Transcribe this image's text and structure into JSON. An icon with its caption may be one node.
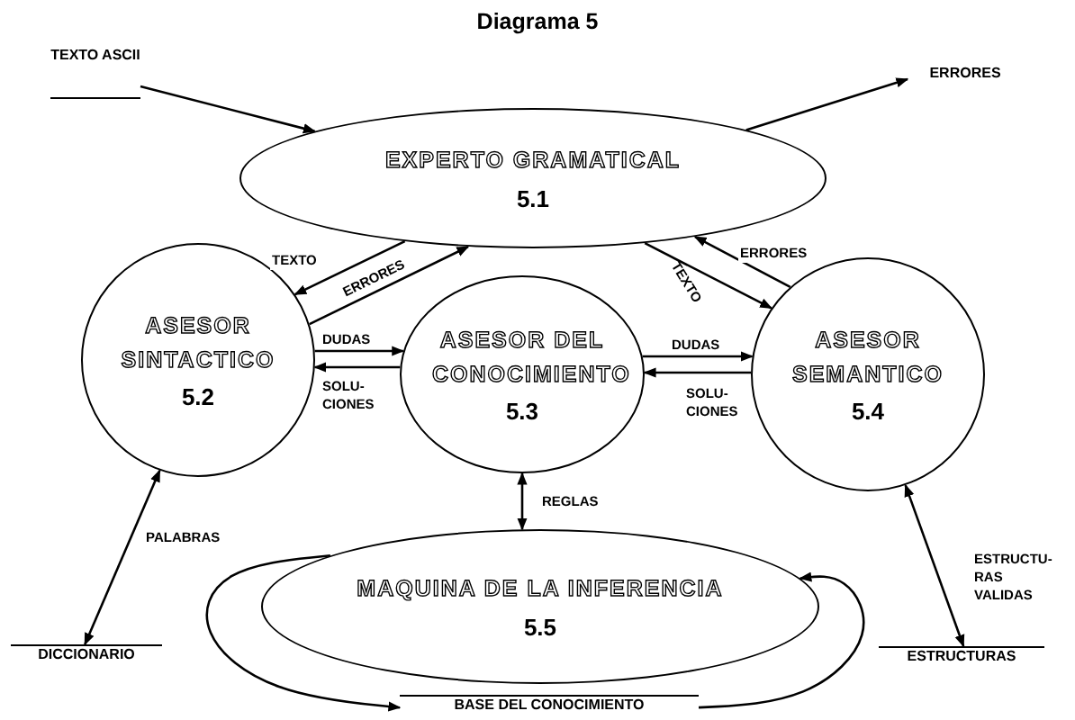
{
  "diagram": {
    "title": "Diagrama 5",
    "nodes": [
      {
        "text": [
          "TEXTO ASCII"
        ]
      },
      {
        "text": [
          "ERRORES"
        ]
      },
      {
        "text": [
          "EXPERTO GRAMATICAL",
          "5.1"
        ]
      },
      {
        "text": [
          "ASESOR SINTACTICO",
          "5.2"
        ]
      },
      {
        "text": [
          "ASESOR DEL CONOCIMIENTO",
          "5.3"
        ]
      },
      {
        "text": [
          "ASESOR SEMANTICO",
          "5.4"
        ]
      },
      {
        "text": [
          "MAQUINA DE LA INFERENCIA",
          "5.5"
        ]
      },
      {
        "text": [
          "DICCIONARIO"
        ]
      },
      {
        "text": [
          "ESTRUCTURAS"
        ]
      },
      {
        "text": [
          "BASE DEL CONOCIMIENTO"
        ]
      }
    ],
    "edges": [
      {
        "from": 0,
        "to": 2,
        "arrow": "to"
      },
      {
        "from": 2,
        "to": 1,
        "arrow": "to"
      },
      {
        "from": 2,
        "to": 3,
        "arrow": "to",
        "label": "TEXTO"
      },
      {
        "from": 3,
        "to": 2,
        "arrow": "to",
        "label": "ERRORES"
      },
      {
        "from": 3,
        "to": 4,
        "arrow": "to",
        "label": "DUDAS"
      },
      {
        "from": 4,
        "to": 3,
        "arrow": "to",
        "label": "SOLU- CIONES"
      },
      {
        "from": 2,
        "to": 5,
        "arrow": "to",
        "label": "TEXTO"
      },
      {
        "from": 5,
        "to": 2,
        "arrow": "to",
        "label": "ERRORES"
      },
      {
        "from": 4,
        "to": 5,
        "arrow": "to",
        "label": "DUDAS"
      },
      {
        "from": 5,
        "to": 4,
        "arrow": "to",
        "label": "SOLU- CIONES"
      },
      {
        "from": 4,
        "to": 6,
        "arrow": "both",
        "label": "REGLAS"
      },
      {
        "from": 3,
        "to": 7,
        "arrow": "both",
        "label": "PALABRAS"
      },
      {
        "from": 5,
        "to": 8,
        "arrow": "both",
        "label": "ESTRUCTU- RAS VALIDAS"
      },
      {
        "from": 6,
        "to": 9,
        "arrow": "to"
      },
      {
        "from": 9,
        "to": 6,
        "arrow": "to"
      }
    ]
  }
}
